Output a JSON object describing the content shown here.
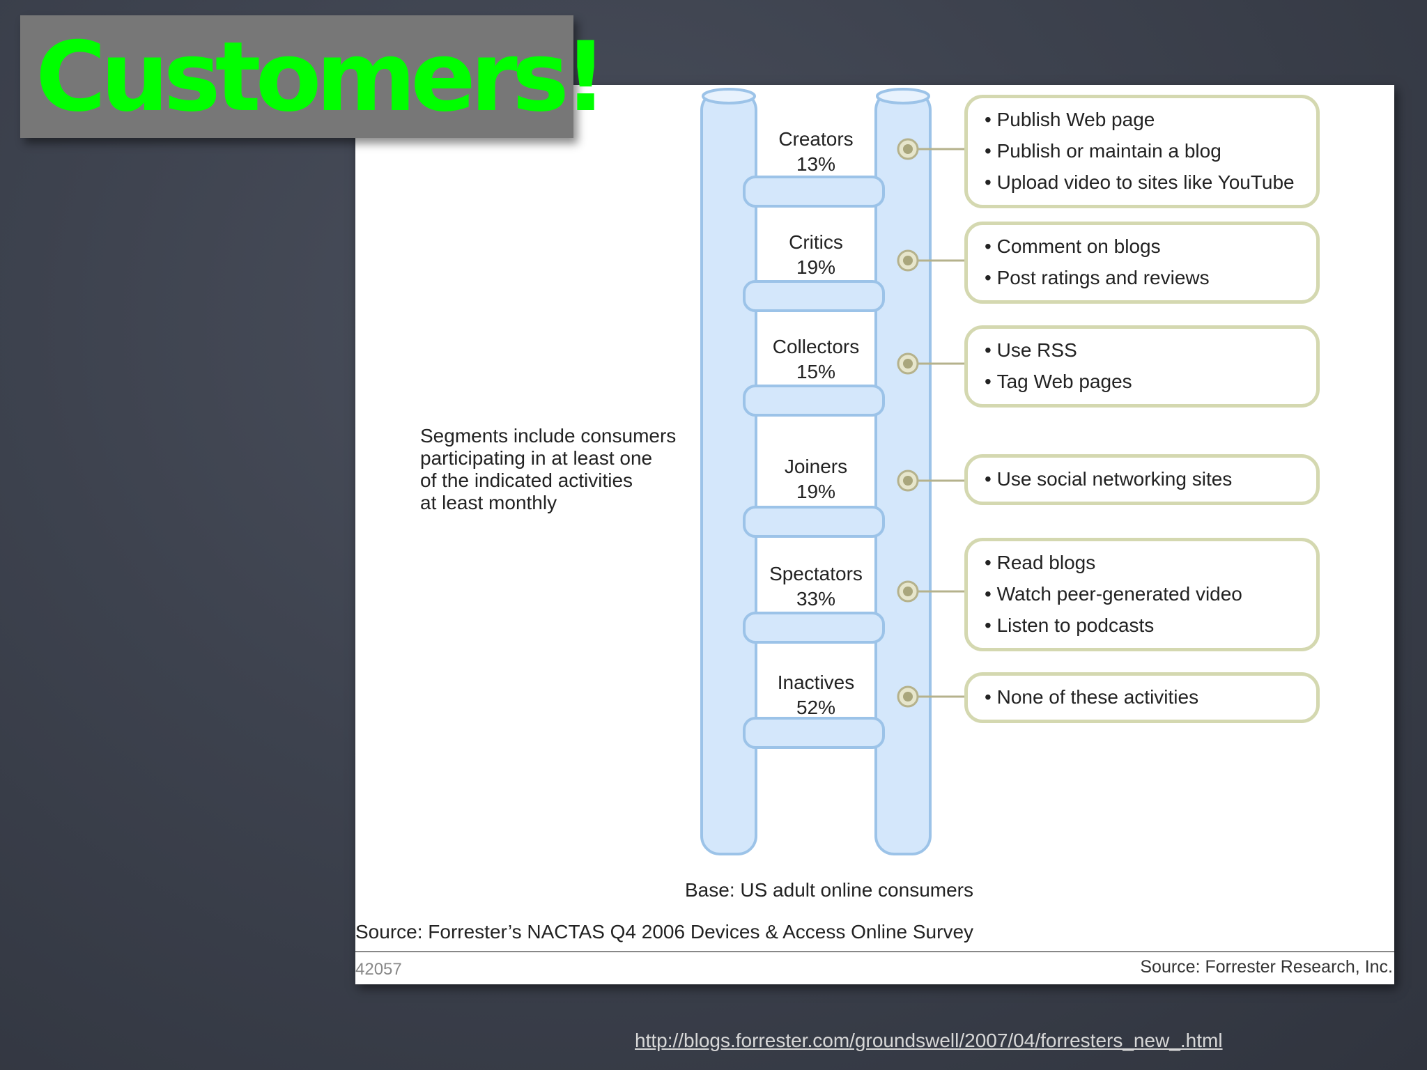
{
  "slide": {
    "title": "Customers!",
    "link_url": "http://blogs.forrester.com/groundswell/2007/04/forresters_new_.html"
  },
  "figure": {
    "note": [
      "Segments include consumers",
      "participating in at least one",
      "of the indicated activities",
      "at least monthly"
    ],
    "segments": [
      {
        "name": "Creators",
        "percent": "13%",
        "activities": [
          "Publish Web page",
          "Publish or maintain a blog",
          "Upload video to sites like YouTube"
        ]
      },
      {
        "name": "Critics",
        "percent": "19%",
        "activities": [
          "Comment on blogs",
          "Post ratings and reviews"
        ]
      },
      {
        "name": "Collectors",
        "percent": "15%",
        "activities": [
          "Use RSS",
          "Tag Web pages"
        ]
      },
      {
        "name": "Joiners",
        "percent": "19%",
        "activities": [
          "Use social networking sites"
        ]
      },
      {
        "name": "Spectators",
        "percent": "33%",
        "activities": [
          "Read blogs",
          "Watch peer-generated video",
          "Listen to podcasts"
        ]
      },
      {
        "name": "Inactives",
        "percent": "52%",
        "activities": [
          "None of these activities"
        ]
      }
    ],
    "base": "Base: US adult online consumers",
    "survey_source": "Source: Forrester’s NACTAS Q4 2006 Devices & Access Online Survey",
    "figure_id": "42057",
    "source": "Source: Forrester Research, Inc."
  },
  "colors": {
    "title_green": "#00ff00",
    "ladder_blue": "#d4e7fb",
    "ladder_stroke": "#9cc3e8",
    "connector_khaki": "#b5b28c",
    "box_border": "#d4d8b0"
  }
}
